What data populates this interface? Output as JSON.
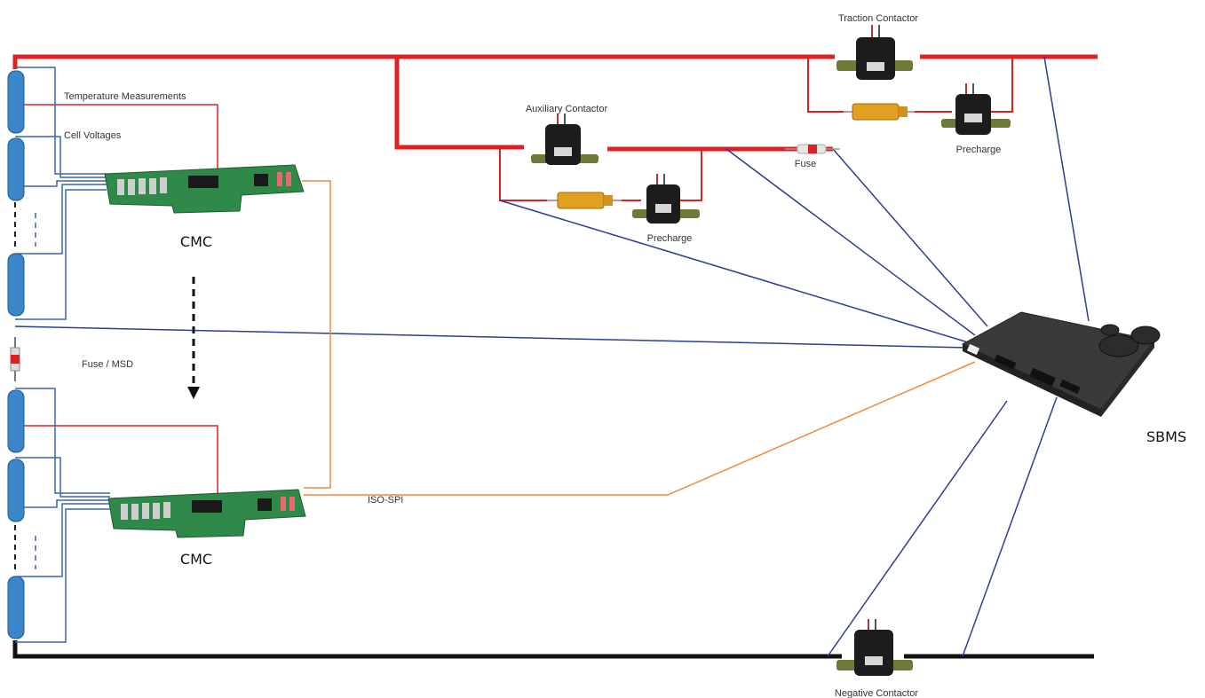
{
  "labels": {
    "traction_contactor": "Traction Contactor",
    "auxiliary_contactor": "Auxiliary Contactor",
    "precharge_aux": "Precharge",
    "precharge_traction": "Precharge",
    "fuse": "Fuse",
    "temperature_measurements": "Temperature Measurements",
    "cell_voltages": "Cell Voltages",
    "cmc_top": "CMC",
    "cmc_bottom": "CMC",
    "fuse_msd": "Fuse / MSD",
    "iso_spi": "ISO-SPI",
    "sbms": "SBMS",
    "negative_contactor": "Negative Contactor"
  },
  "colors": {
    "hv_positive": "#e02020",
    "hv_negative": "#111111",
    "sense_wire": "#2a3f8f",
    "cell_wire": "#3c64b4",
    "iso_spi": "#f08a3c",
    "cell_body": "#3a86c8",
    "pcb": "#2f8a4a",
    "contactor_body": "#1c1c1c",
    "resistor": "#e0a020",
    "sbms_body": "#3a3a3a"
  }
}
